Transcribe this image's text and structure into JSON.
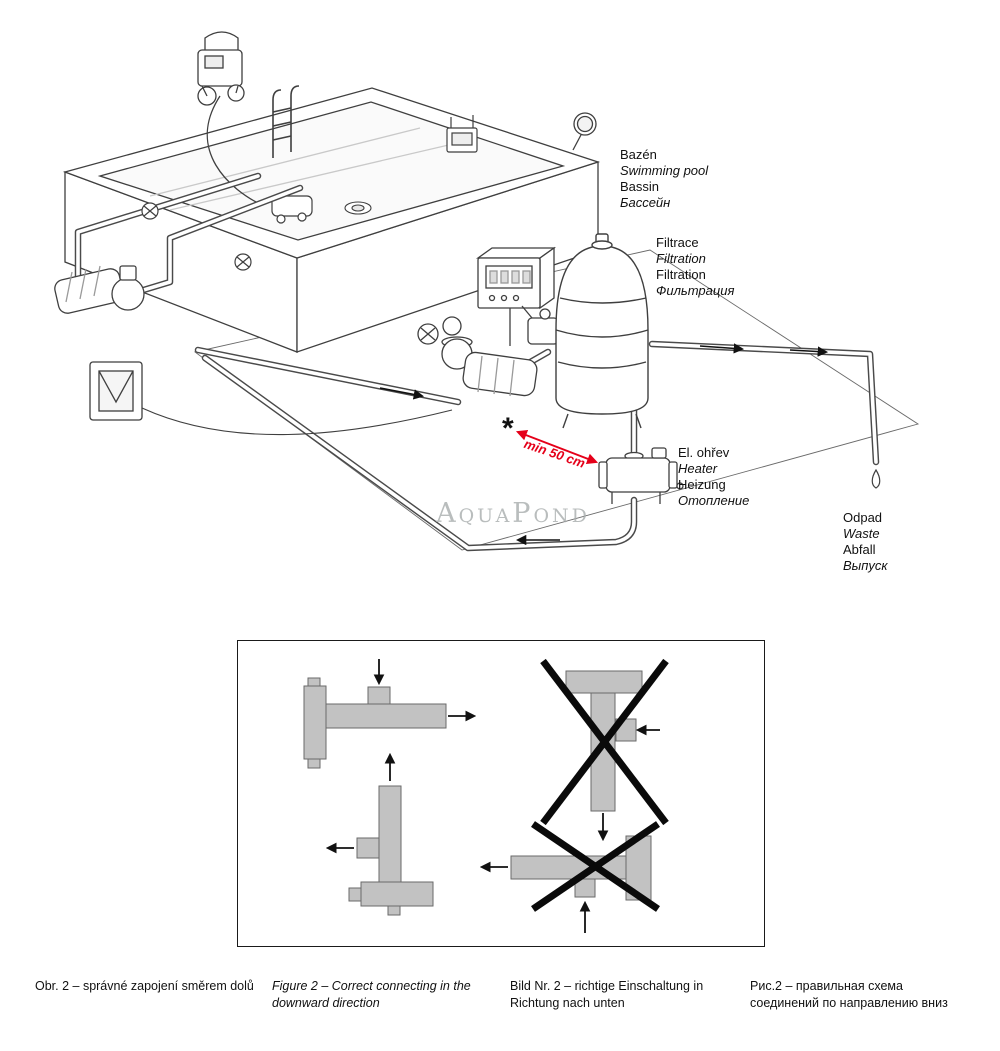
{
  "watermark": "AquaPond",
  "scene": {
    "labels": {
      "pool": [
        "Bazén",
        "Swimming pool",
        "Bassin",
        "Бассейн"
      ],
      "filtration": [
        "Filtrace",
        "Filtration",
        "Filtration",
        "Фильтрация"
      ],
      "heater": [
        "El. ohřev",
        "Heater",
        "Heizung",
        "Отопление"
      ],
      "waste": [
        "Odpad",
        "Waste",
        "Abfall",
        "Выпуск"
      ]
    },
    "min_distance": "min 50 cm",
    "footnote_marker": "*"
  },
  "captions": {
    "cs": "Obr. 2 – správné zapojení směrem dolů",
    "en": "Figure 2 – Correct connecting in the downward direction",
    "de": "Bild Nr. 2 – richtige Einschaltung in Richtung nach unten",
    "ru": "Рис.2 – правильная схема соединений по направлению вниз"
  },
  "colors": {
    "annotation_red": "#e50019",
    "line": "#3f3f3f",
    "schematic_gray": "#c2c2c2"
  }
}
